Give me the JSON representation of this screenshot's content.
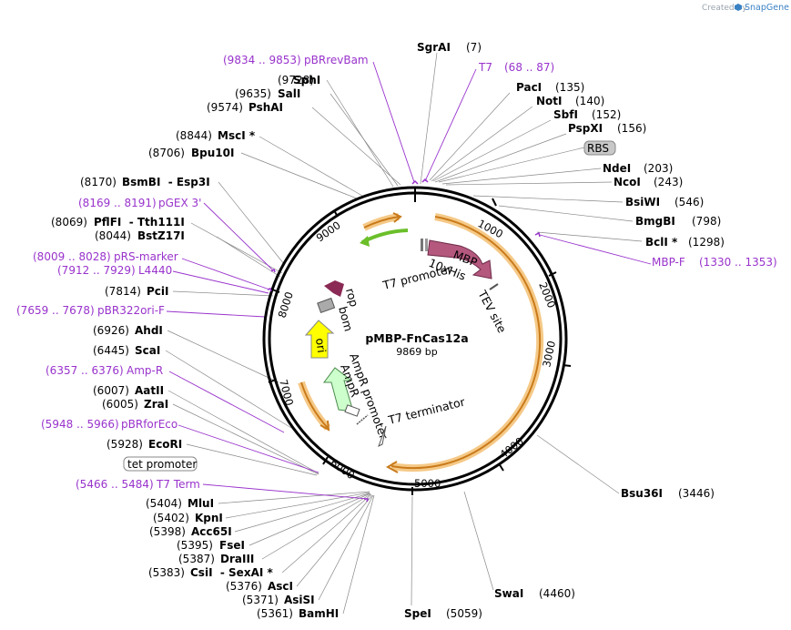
{
  "branding": {
    "created_by": "Created by",
    "product": "SnapGene"
  },
  "plasmid": {
    "name": "pMBP-FnCas12a",
    "length_label": "9869 bp"
  },
  "ticks": [
    "1000",
    "2000",
    "3000",
    "4000",
    "5000",
    "6000",
    "7000",
    "8000",
    "9000"
  ],
  "right_labels": [
    {
      "name": "SgrAI",
      "pos": "(7)"
    },
    {
      "name": "PacI",
      "pos": "(135)"
    },
    {
      "name": "NotI",
      "pos": "(140)"
    },
    {
      "name": "SbfI",
      "pos": "(152)"
    },
    {
      "name": "PspXI",
      "pos": "(156)"
    },
    {
      "name": "NdeI",
      "pos": "(203)"
    },
    {
      "name": "NcoI",
      "pos": "(243)"
    },
    {
      "name": "BsiWI",
      "pos": "(546)"
    },
    {
      "name": "BmgBI",
      "pos": "(798)"
    },
    {
      "name": "BclI *",
      "pos": "(1298)"
    },
    {
      "name": "Bsu36I",
      "pos": "(3446)"
    },
    {
      "name": "SwaI",
      "pos": "(4460)"
    },
    {
      "name": "SpeI",
      "pos": "(5059)"
    }
  ],
  "left_labels": [
    {
      "name": "SphI",
      "pos": "(9728)"
    },
    {
      "name": "SalI",
      "pos": "(9635)"
    },
    {
      "name": "PshAI",
      "pos": "(9574)"
    },
    {
      "name": "MscI *",
      "pos": "(8844)"
    },
    {
      "name": "Bpu10I",
      "pos": "(8706)"
    },
    {
      "name": "BsmBI  - Esp3I",
      "pos": "(8170)"
    },
    {
      "name": "PflFI  - Tth111I",
      "pos": "(8069)"
    },
    {
      "name": "BstZ17I",
      "pos": "(8044)"
    },
    {
      "name": "PciI",
      "pos": "(7814)"
    },
    {
      "name": "AhdI",
      "pos": "(6926)"
    },
    {
      "name": "ScaI",
      "pos": "(6445)"
    },
    {
      "name": "AatII",
      "pos": "(6007)"
    },
    {
      "name": "ZraI",
      "pos": "(6005)"
    },
    {
      "name": "EcoRI",
      "pos": "(5928)"
    },
    {
      "name": "MluI",
      "pos": "(5404)"
    },
    {
      "name": "KpnI",
      "pos": "(5402)"
    },
    {
      "name": "Acc65I",
      "pos": "(5398)"
    },
    {
      "name": "FseI",
      "pos": "(5395)"
    },
    {
      "name": "DraIII",
      "pos": "(5387)"
    },
    {
      "name": "CsiI  - SexAI *",
      "pos": "(5383)"
    },
    {
      "name": "AscI",
      "pos": "(5376)"
    },
    {
      "name": "AsiSI",
      "pos": "(5371)"
    },
    {
      "name": "BamHI",
      "pos": "(5361)"
    }
  ],
  "primers": [
    {
      "range": "(9834 .. 9853)",
      "name": "pBRrevBam"
    },
    {
      "range": "(68 .. 87)",
      "name": "T7"
    },
    {
      "range": "(1330 .. 1353)",
      "name": "MBP-F"
    },
    {
      "range": "(8169 .. 8191)",
      "name": "pGEX 3'"
    },
    {
      "range": "(8009 .. 8028)",
      "name": "pRS-marker"
    },
    {
      "range": "(7912 .. 7929)",
      "name": "L4440"
    },
    {
      "range": "(7659 .. 7678)",
      "name": "pBR322ori-F"
    },
    {
      "range": "(6357 .. 6376)",
      "name": "Amp-R"
    },
    {
      "range": "(5948 .. 5966)",
      "name": "pBRforEco"
    },
    {
      "range": "(5466 .. 5484)",
      "name": "T7 Term"
    }
  ],
  "boxed_features": {
    "rbs": "RBS",
    "tet_promoter": "tet promoter"
  },
  "features": {
    "mbp": "MBP",
    "his": "10xHis",
    "t7_promoter": "T7 promoter",
    "tev": "TEV site",
    "rop": "rop",
    "bom": "bom",
    "ori": "ori",
    "ampr_promoter": "AmpR promoter",
    "ampr": "AmpR",
    "t7_terminator": "T7 terminator"
  },
  "colors": {
    "primer": "#9933cc",
    "orf_fill": "#f5c987",
    "orf_edge": "#c97a1a",
    "mbp": "#b4587e",
    "rop": "#8a2a55",
    "ori": "#ffff00",
    "ampr": "#ccffcc",
    "green_arrow": "#6bbf2a"
  }
}
